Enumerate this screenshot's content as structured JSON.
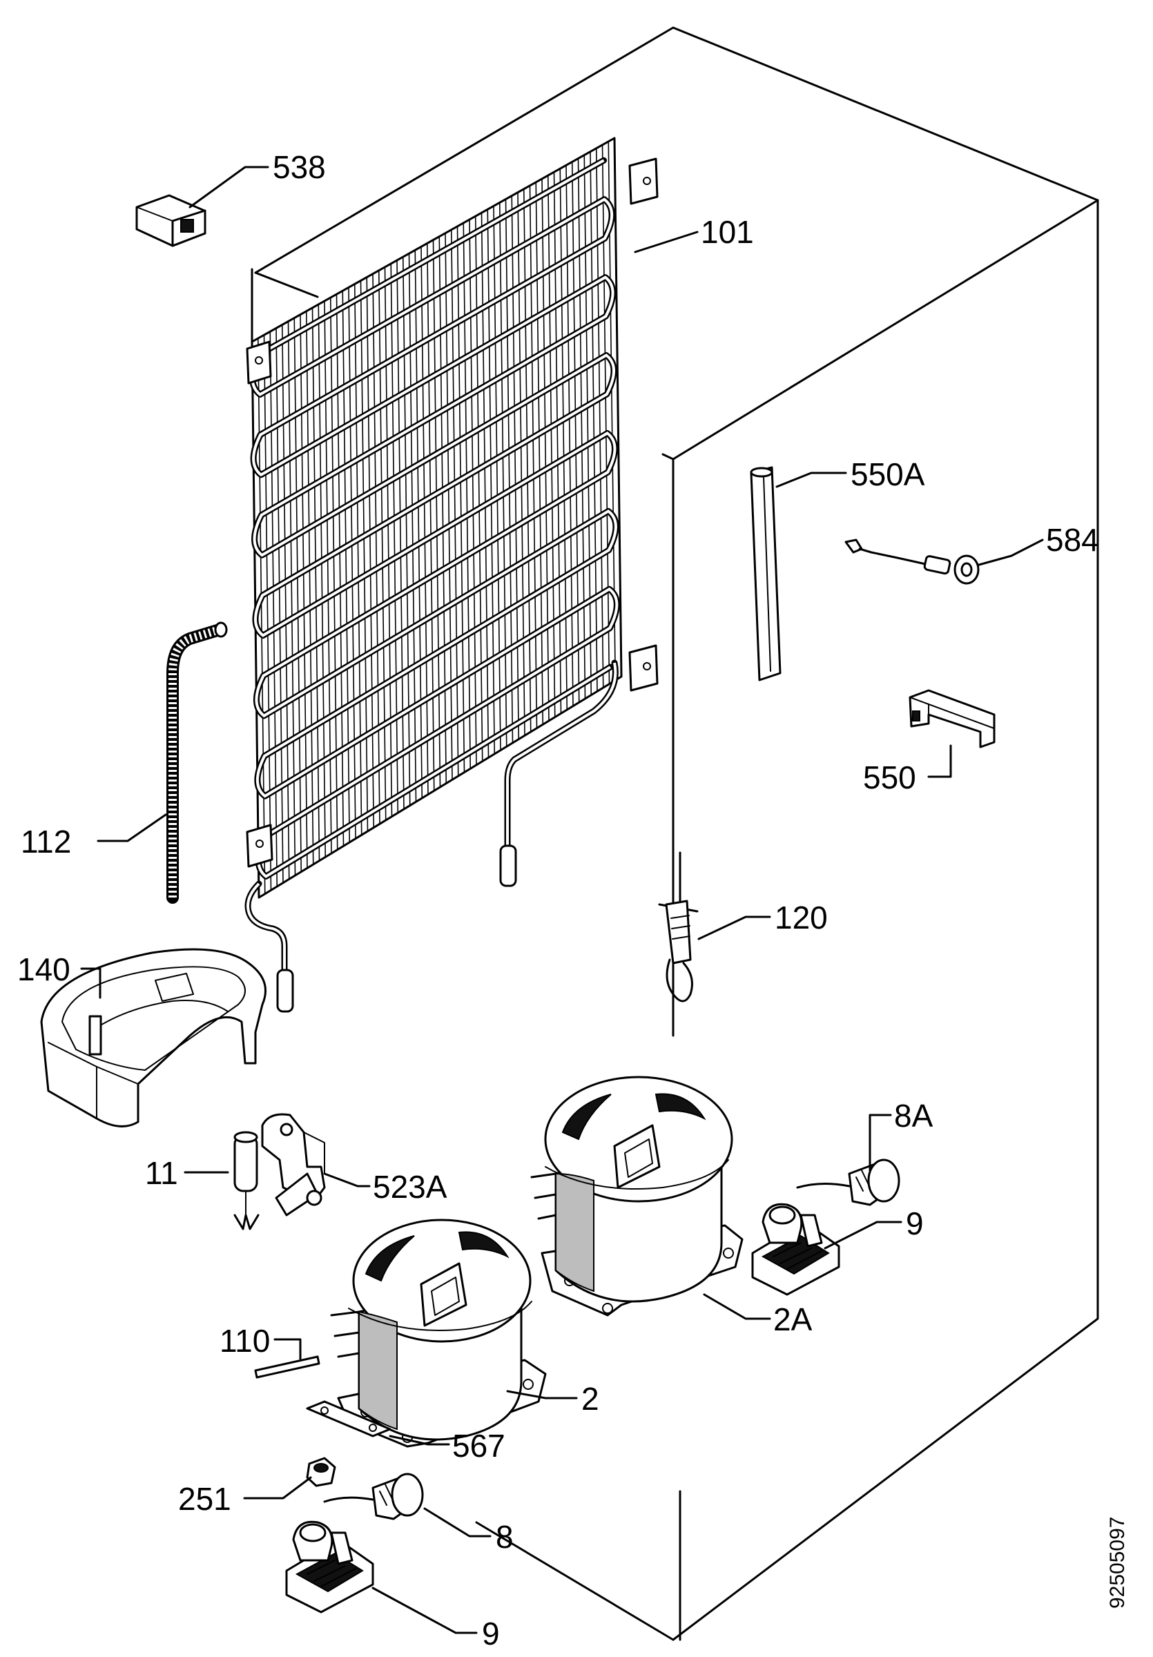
{
  "diagram": {
    "document_code": "92505097",
    "labels": [
      {
        "id": "538",
        "text": "538"
      },
      {
        "id": "101",
        "text": "101"
      },
      {
        "id": "550A",
        "text": "550A"
      },
      {
        "id": "584",
        "text": "584"
      },
      {
        "id": "550",
        "text": "550"
      },
      {
        "id": "112",
        "text": "112"
      },
      {
        "id": "120",
        "text": "120"
      },
      {
        "id": "140",
        "text": "140"
      },
      {
        "id": "8A",
        "text": "8A"
      },
      {
        "id": "11",
        "text": "11"
      },
      {
        "id": "523A",
        "text": "523A"
      },
      {
        "id": "9a",
        "text": "9"
      },
      {
        "id": "2A",
        "text": "2A"
      },
      {
        "id": "110",
        "text": "110"
      },
      {
        "id": "2",
        "text": "2"
      },
      {
        "id": "567",
        "text": "567"
      },
      {
        "id": "251",
        "text": "251"
      },
      {
        "id": "8",
        "text": "8"
      },
      {
        "id": "9b",
        "text": "9"
      }
    ]
  }
}
